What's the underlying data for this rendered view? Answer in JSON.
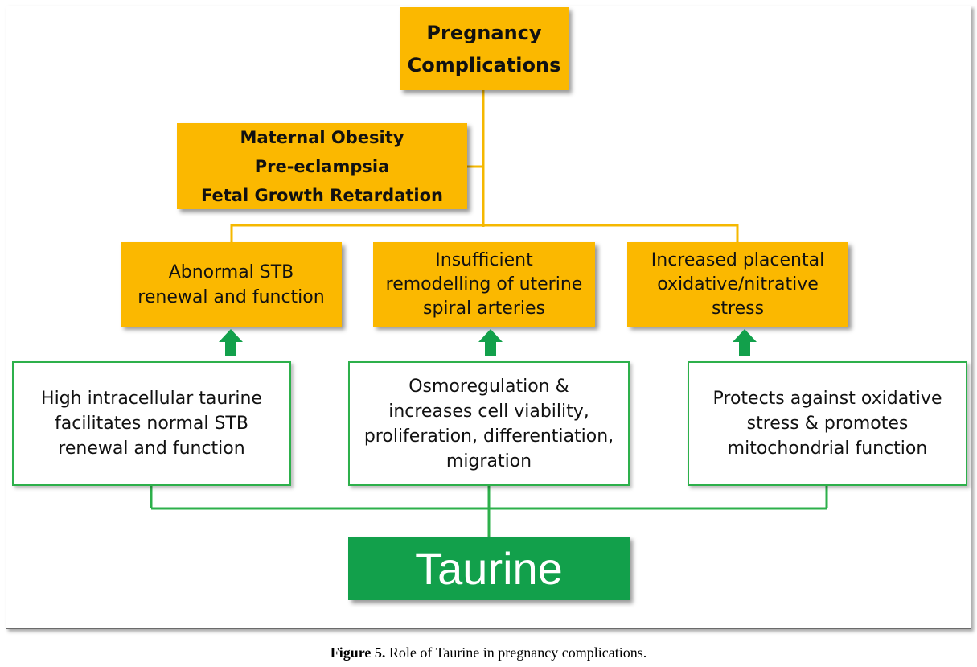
{
  "diagram": {
    "top_box": {
      "lines": [
        "Pregnancy",
        "Complications"
      ]
    },
    "conditions_box": {
      "lines": [
        "Maternal Obesity",
        "Pre-eclampsia",
        "Fetal Growth Retardation"
      ]
    },
    "effects": [
      {
        "lines": [
          "Abnormal STB",
          "renewal and function"
        ]
      },
      {
        "lines": [
          "Insufficient",
          "remodelling of uterine",
          "spiral arteries"
        ]
      },
      {
        "lines": [
          "Increased placental",
          "oxidative/nitrative",
          "stress"
        ]
      }
    ],
    "roles": [
      {
        "lines": [
          "High intracellular taurine",
          "facilitates normal STB",
          "renewal and function"
        ]
      },
      {
        "lines": [
          "Osmoregulation &",
          "increases cell viability,",
          "proliferation, differentiation,",
          "migration"
        ]
      },
      {
        "lines": [
          "Protects against oxidative",
          "stress & promotes",
          "mitochondrial function"
        ]
      }
    ],
    "taurine_box": {
      "label": "Taurine"
    },
    "colors": {
      "orange": "#fbb800",
      "green": "#12a04b",
      "green_outline": "#2db04b",
      "connector_orange": "#f5b800"
    }
  },
  "caption": {
    "label": "Figure 5.",
    "text": "Role of Taurine in pregnancy complications."
  }
}
